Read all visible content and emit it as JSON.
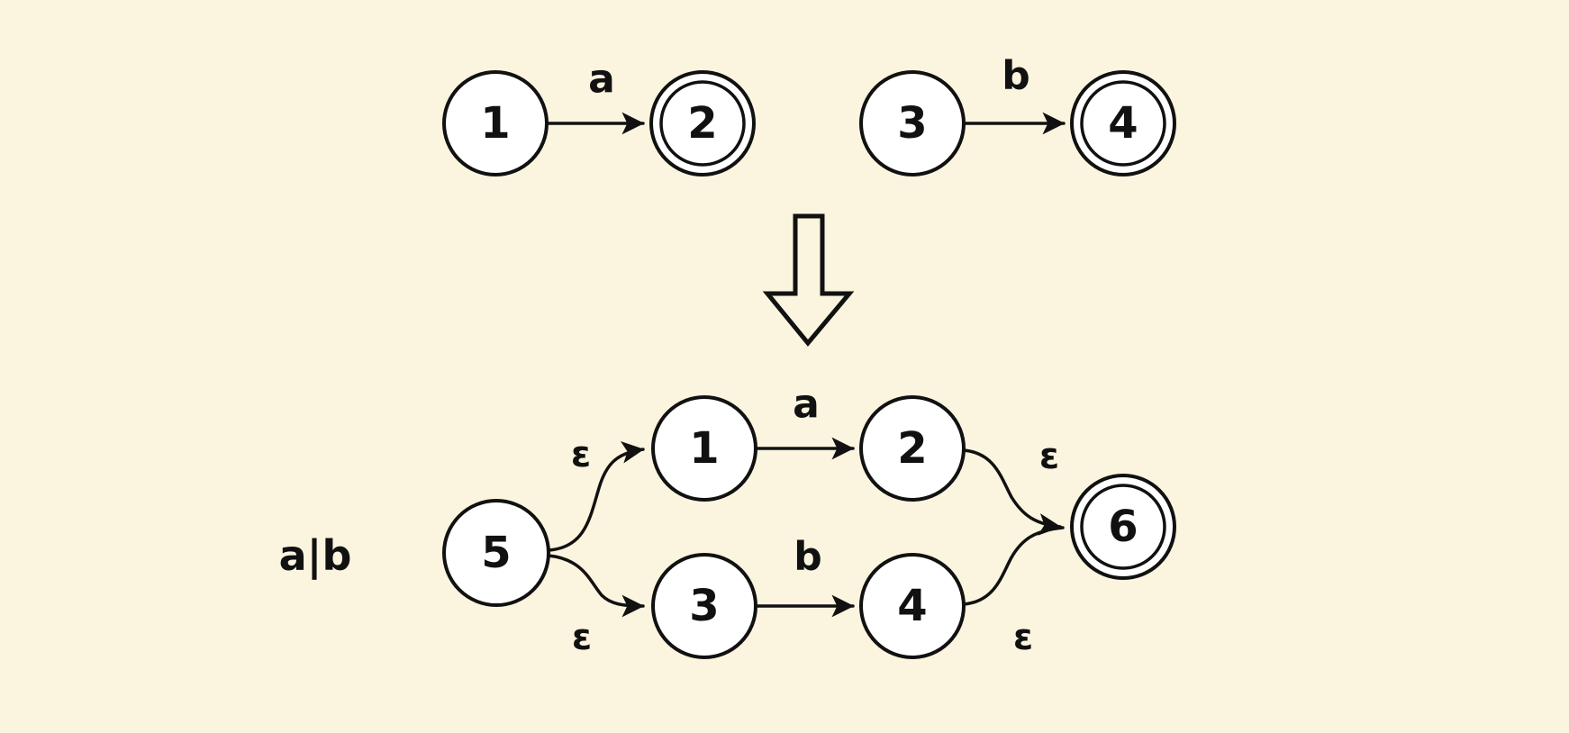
{
  "colors": {
    "background": "#FBF4DF",
    "stroke": "#111111",
    "node_fill": "#FFFFFF"
  },
  "top_left_nfa": {
    "from_state": "1",
    "edge_label": "a",
    "to_state": "2"
  },
  "top_right_nfa": {
    "from_state": "3",
    "edge_label": "b",
    "to_state": "4"
  },
  "transform_arrow": {
    "icon": "down-block-arrow"
  },
  "result_nfa": {
    "expression": "a|b",
    "start_state": "5",
    "accept_state": "6",
    "upper_branch": {
      "epsilon_in": "ε",
      "from_state": "1",
      "edge_label": "a",
      "to_state": "2",
      "epsilon_out": "ε"
    },
    "lower_branch": {
      "epsilon_in": "ε",
      "from_state": "3",
      "edge_label": "b",
      "to_state": "4",
      "epsilon_out": "ε"
    }
  }
}
